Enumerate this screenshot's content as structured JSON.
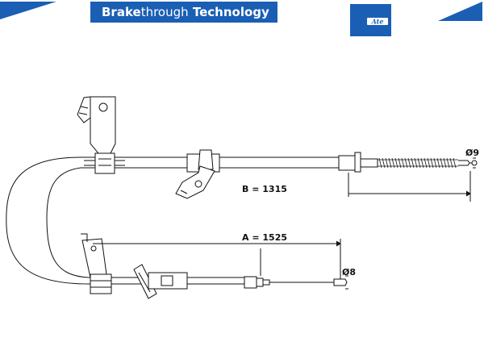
{
  "header": {
    "brand_bold": "Brake",
    "brand_light": "through",
    "brand_tail": " Technology",
    "logo_text": "Ate",
    "accent_color": "#1a5fb4"
  },
  "dimensions": {
    "b_label": "B = 1315",
    "a_label": "A = 1525",
    "diameter_upper": "Ø9",
    "diameter_lower": "Ø8"
  }
}
